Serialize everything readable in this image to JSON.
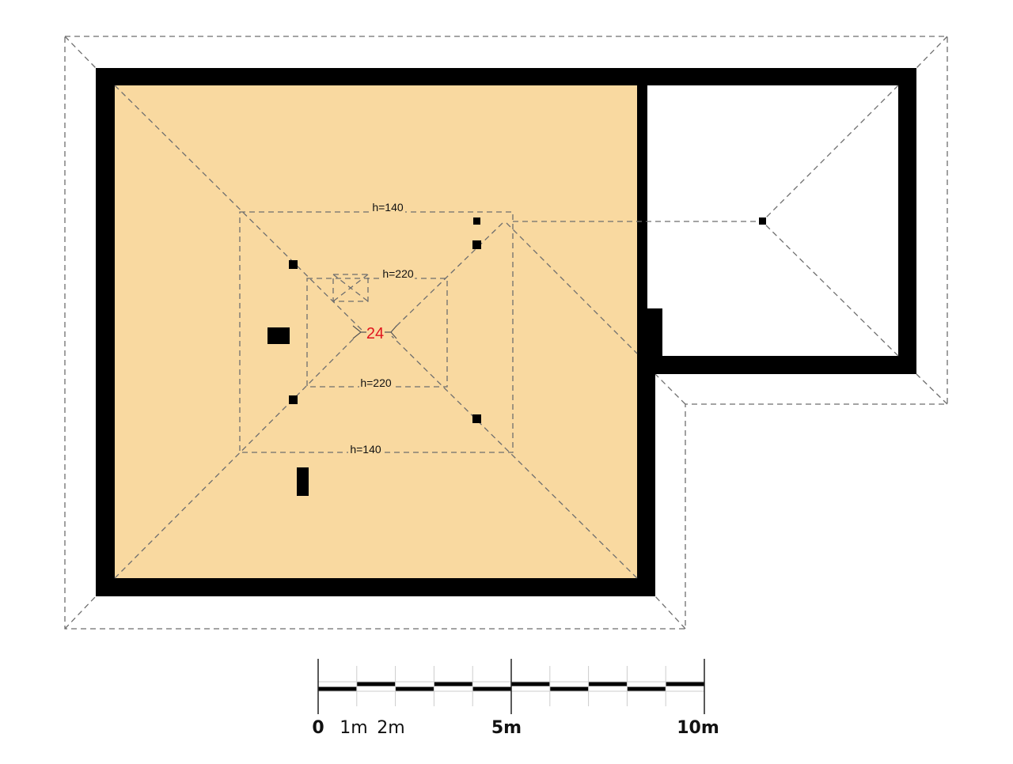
{
  "plan": {
    "heights": {
      "outer_top": "h=140",
      "outer_bottom": "h=140",
      "inner_top": "h=220",
      "inner_bottom": "h=220"
    },
    "room_number": "24",
    "colors": {
      "room_fill": "#f9d9a0",
      "wall": "#000000",
      "room_number": "#e0141e"
    }
  },
  "scale_bar": {
    "labels": [
      "0",
      "1m",
      "2m",
      "5m",
      "10m"
    ],
    "total_meters": 10
  }
}
